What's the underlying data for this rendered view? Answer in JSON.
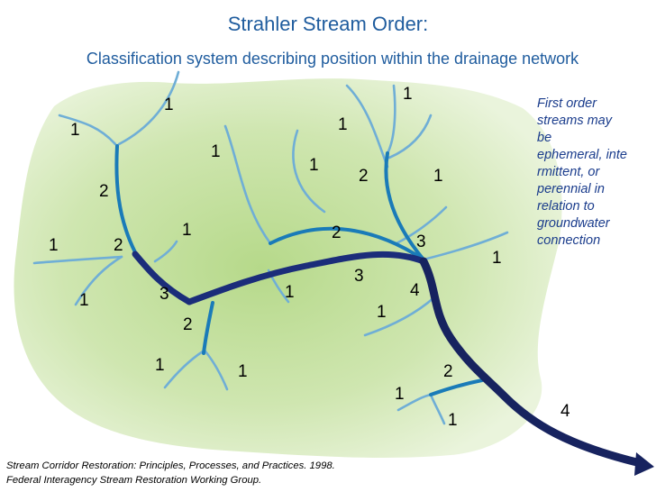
{
  "title": "Strahler Stream Order:",
  "subtitle": "Classification system describing position within the drainage network",
  "note_lines": [
    "First order",
    "streams may",
    "be",
    "ephemeral, inte",
    "rmittent, or",
    "perennial in",
    "relation to",
    "groundwater",
    "connection"
  ],
  "citation_lines": [
    "Stream Corridor Restoration: Principles, Processes, and Practices. 1998.",
    "Federal Interagency Stream Restoration Working Group."
  ],
  "order_labels": [
    "1",
    "1",
    "1",
    "1",
    "2",
    "1",
    "1",
    "2",
    "1",
    "1",
    "2",
    "1",
    "2",
    "3",
    "1",
    "1",
    "3",
    "3",
    "2",
    "4",
    "1",
    "1",
    "1",
    "1",
    "2",
    "1",
    "1",
    "4"
  ],
  "colors": {
    "order1": "#6FAED6",
    "order2": "#1A7BB8",
    "order3": "#1B2D7A",
    "order4": "#17235F",
    "land": "#C9E3A6",
    "title": "#1F5C9E"
  }
}
